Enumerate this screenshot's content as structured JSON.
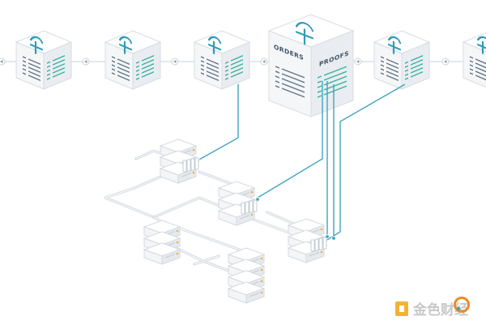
{
  "diagram": {
    "big_block": {
      "label_left": "ORDERS",
      "label_right": "PROOFS"
    },
    "watermark": {
      "text": "金色财经"
    },
    "colors": {
      "accent_teal": "#2f9bb8",
      "wire_blue": "#3ea6bf",
      "rule_green": "#2fae9a",
      "led_amber": "#f2b233",
      "watermark_orange": "#f08a24"
    },
    "icons": {
      "block_glyph": "filecoin-f-icon",
      "watermark_logo": "jinse-logo-icon"
    }
  }
}
